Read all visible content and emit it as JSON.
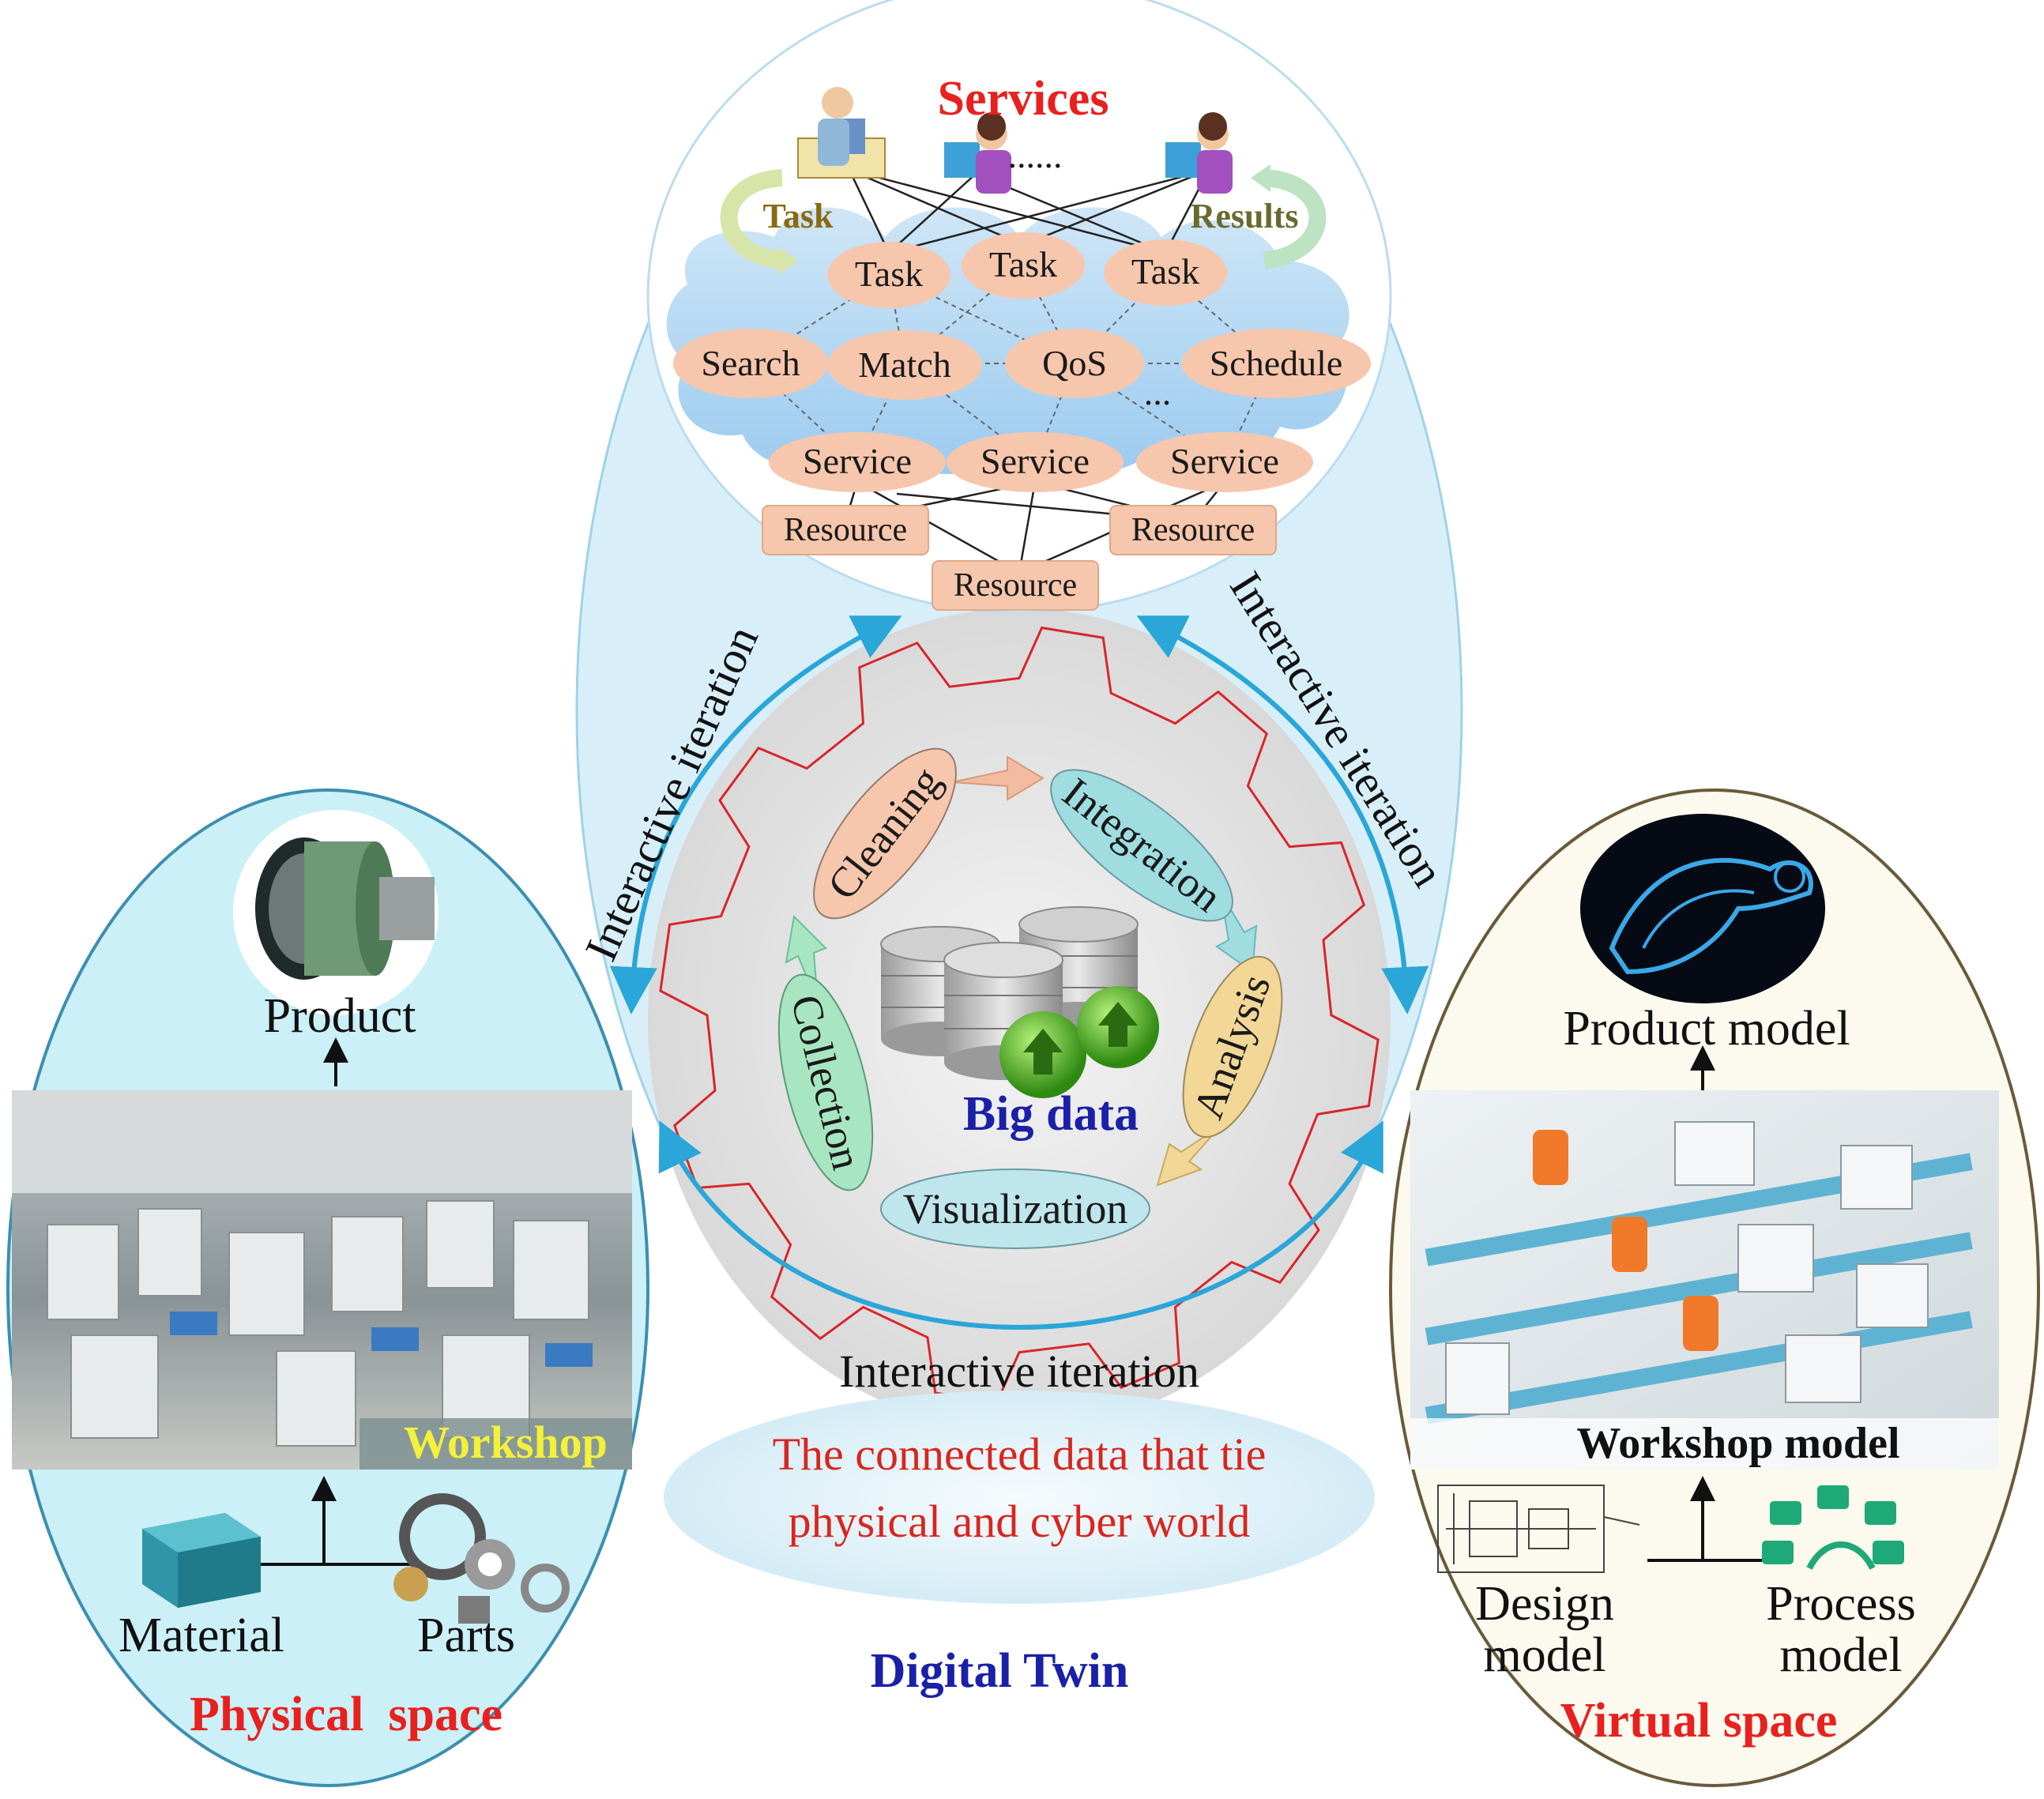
{
  "services": {
    "title": "Services",
    "ellipsis": "......",
    "task_label": "Task",
    "results_label": "Results",
    "tasks": [
      "Task",
      "Task",
      "Task"
    ],
    "middle": [
      "Search",
      "Match",
      "QoS",
      "Schedule"
    ],
    "middle_more": "...",
    "services": [
      "Service",
      "Service",
      "Service"
    ],
    "resources": [
      "Resource",
      "Resource",
      "Resource"
    ]
  },
  "big_data": {
    "title": "Big data",
    "steps": [
      "Cleaning",
      "Integration",
      "Analysis",
      "Visualization",
      "Collection"
    ]
  },
  "iteration": {
    "left": "Interactive iteration",
    "right": "Interactive iteration",
    "bottom": "Interactive iteration"
  },
  "connected": {
    "line1": "The connected data that tie",
    "line2": "physical and cyber world"
  },
  "physical": {
    "product": "Product",
    "workshop": "Workshop",
    "material": "Material",
    "parts": "Parts",
    "title": "Physical  space"
  },
  "virtual": {
    "product_model": "Product model",
    "workshop_model": "Workshop model",
    "design_model_1": "Design",
    "design_model_2": "model",
    "process_model_1": "Process",
    "process_model_2": "model",
    "title": "Virtual space"
  },
  "footer": {
    "title": "Digital Twin"
  },
  "colors": {
    "title_red": "#e8201e",
    "title_blue": "#1a20a8",
    "physical_bg": "#cdf1f8",
    "virtual_bg": "#fbf9ee",
    "services_bg": "#d3eef8",
    "arrow_blue": "#2aa6d8",
    "gear_red": "#d8262a"
  }
}
